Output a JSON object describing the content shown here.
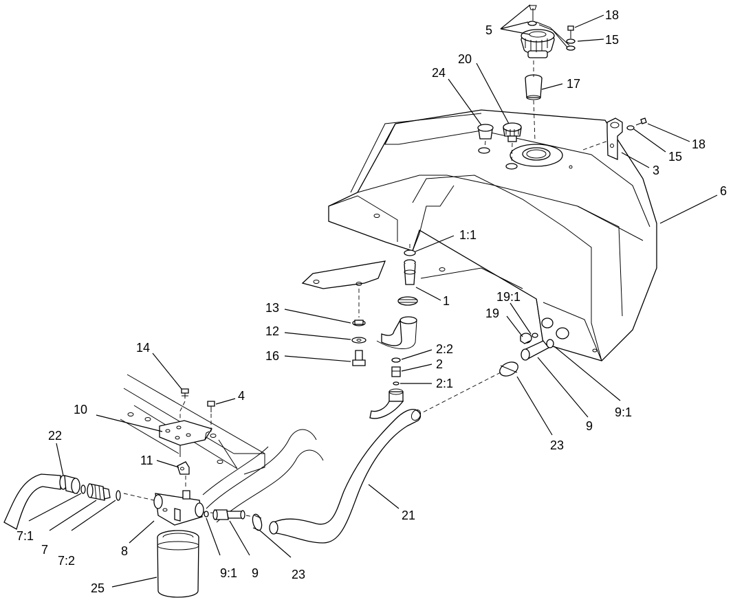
{
  "callouts": [
    {
      "id": "c5",
      "text": "5"
    },
    {
      "id": "c18a",
      "text": "18"
    },
    {
      "id": "c15a",
      "text": "15"
    },
    {
      "id": "c24",
      "text": "24"
    },
    {
      "id": "c20",
      "text": "20"
    },
    {
      "id": "c17",
      "text": "17"
    },
    {
      "id": "c18b",
      "text": "18"
    },
    {
      "id": "c15b",
      "text": "15"
    },
    {
      "id": "c3",
      "text": "3"
    },
    {
      "id": "c6",
      "text": "6"
    },
    {
      "id": "c1_1",
      "text": "1:1"
    },
    {
      "id": "c1",
      "text": "1"
    },
    {
      "id": "c13",
      "text": "13"
    },
    {
      "id": "c12",
      "text": "12"
    },
    {
      "id": "c16",
      "text": "16"
    },
    {
      "id": "c2_2",
      "text": "2:2"
    },
    {
      "id": "c2",
      "text": "2"
    },
    {
      "id": "c2_1",
      "text": "2:1"
    },
    {
      "id": "c19_1",
      "text": "19:1"
    },
    {
      "id": "c19",
      "text": "19"
    },
    {
      "id": "c9_1a",
      "text": "9:1"
    },
    {
      "id": "c9a",
      "text": "9"
    },
    {
      "id": "c23a",
      "text": "23"
    },
    {
      "id": "c14",
      "text": "14"
    },
    {
      "id": "c4",
      "text": "4"
    },
    {
      "id": "c10",
      "text": "10"
    },
    {
      "id": "c22",
      "text": "22"
    },
    {
      "id": "c11",
      "text": "11"
    },
    {
      "id": "c21",
      "text": "21"
    },
    {
      "id": "c7_1",
      "text": "7:1"
    },
    {
      "id": "c7",
      "text": "7"
    },
    {
      "id": "c7_2",
      "text": "7:2"
    },
    {
      "id": "c8",
      "text": "8"
    },
    {
      "id": "c9_1b",
      "text": "9:1"
    },
    {
      "id": "c9b",
      "text": "9"
    },
    {
      "id": "c23b",
      "text": "23"
    },
    {
      "id": "c25",
      "text": "25"
    }
  ]
}
